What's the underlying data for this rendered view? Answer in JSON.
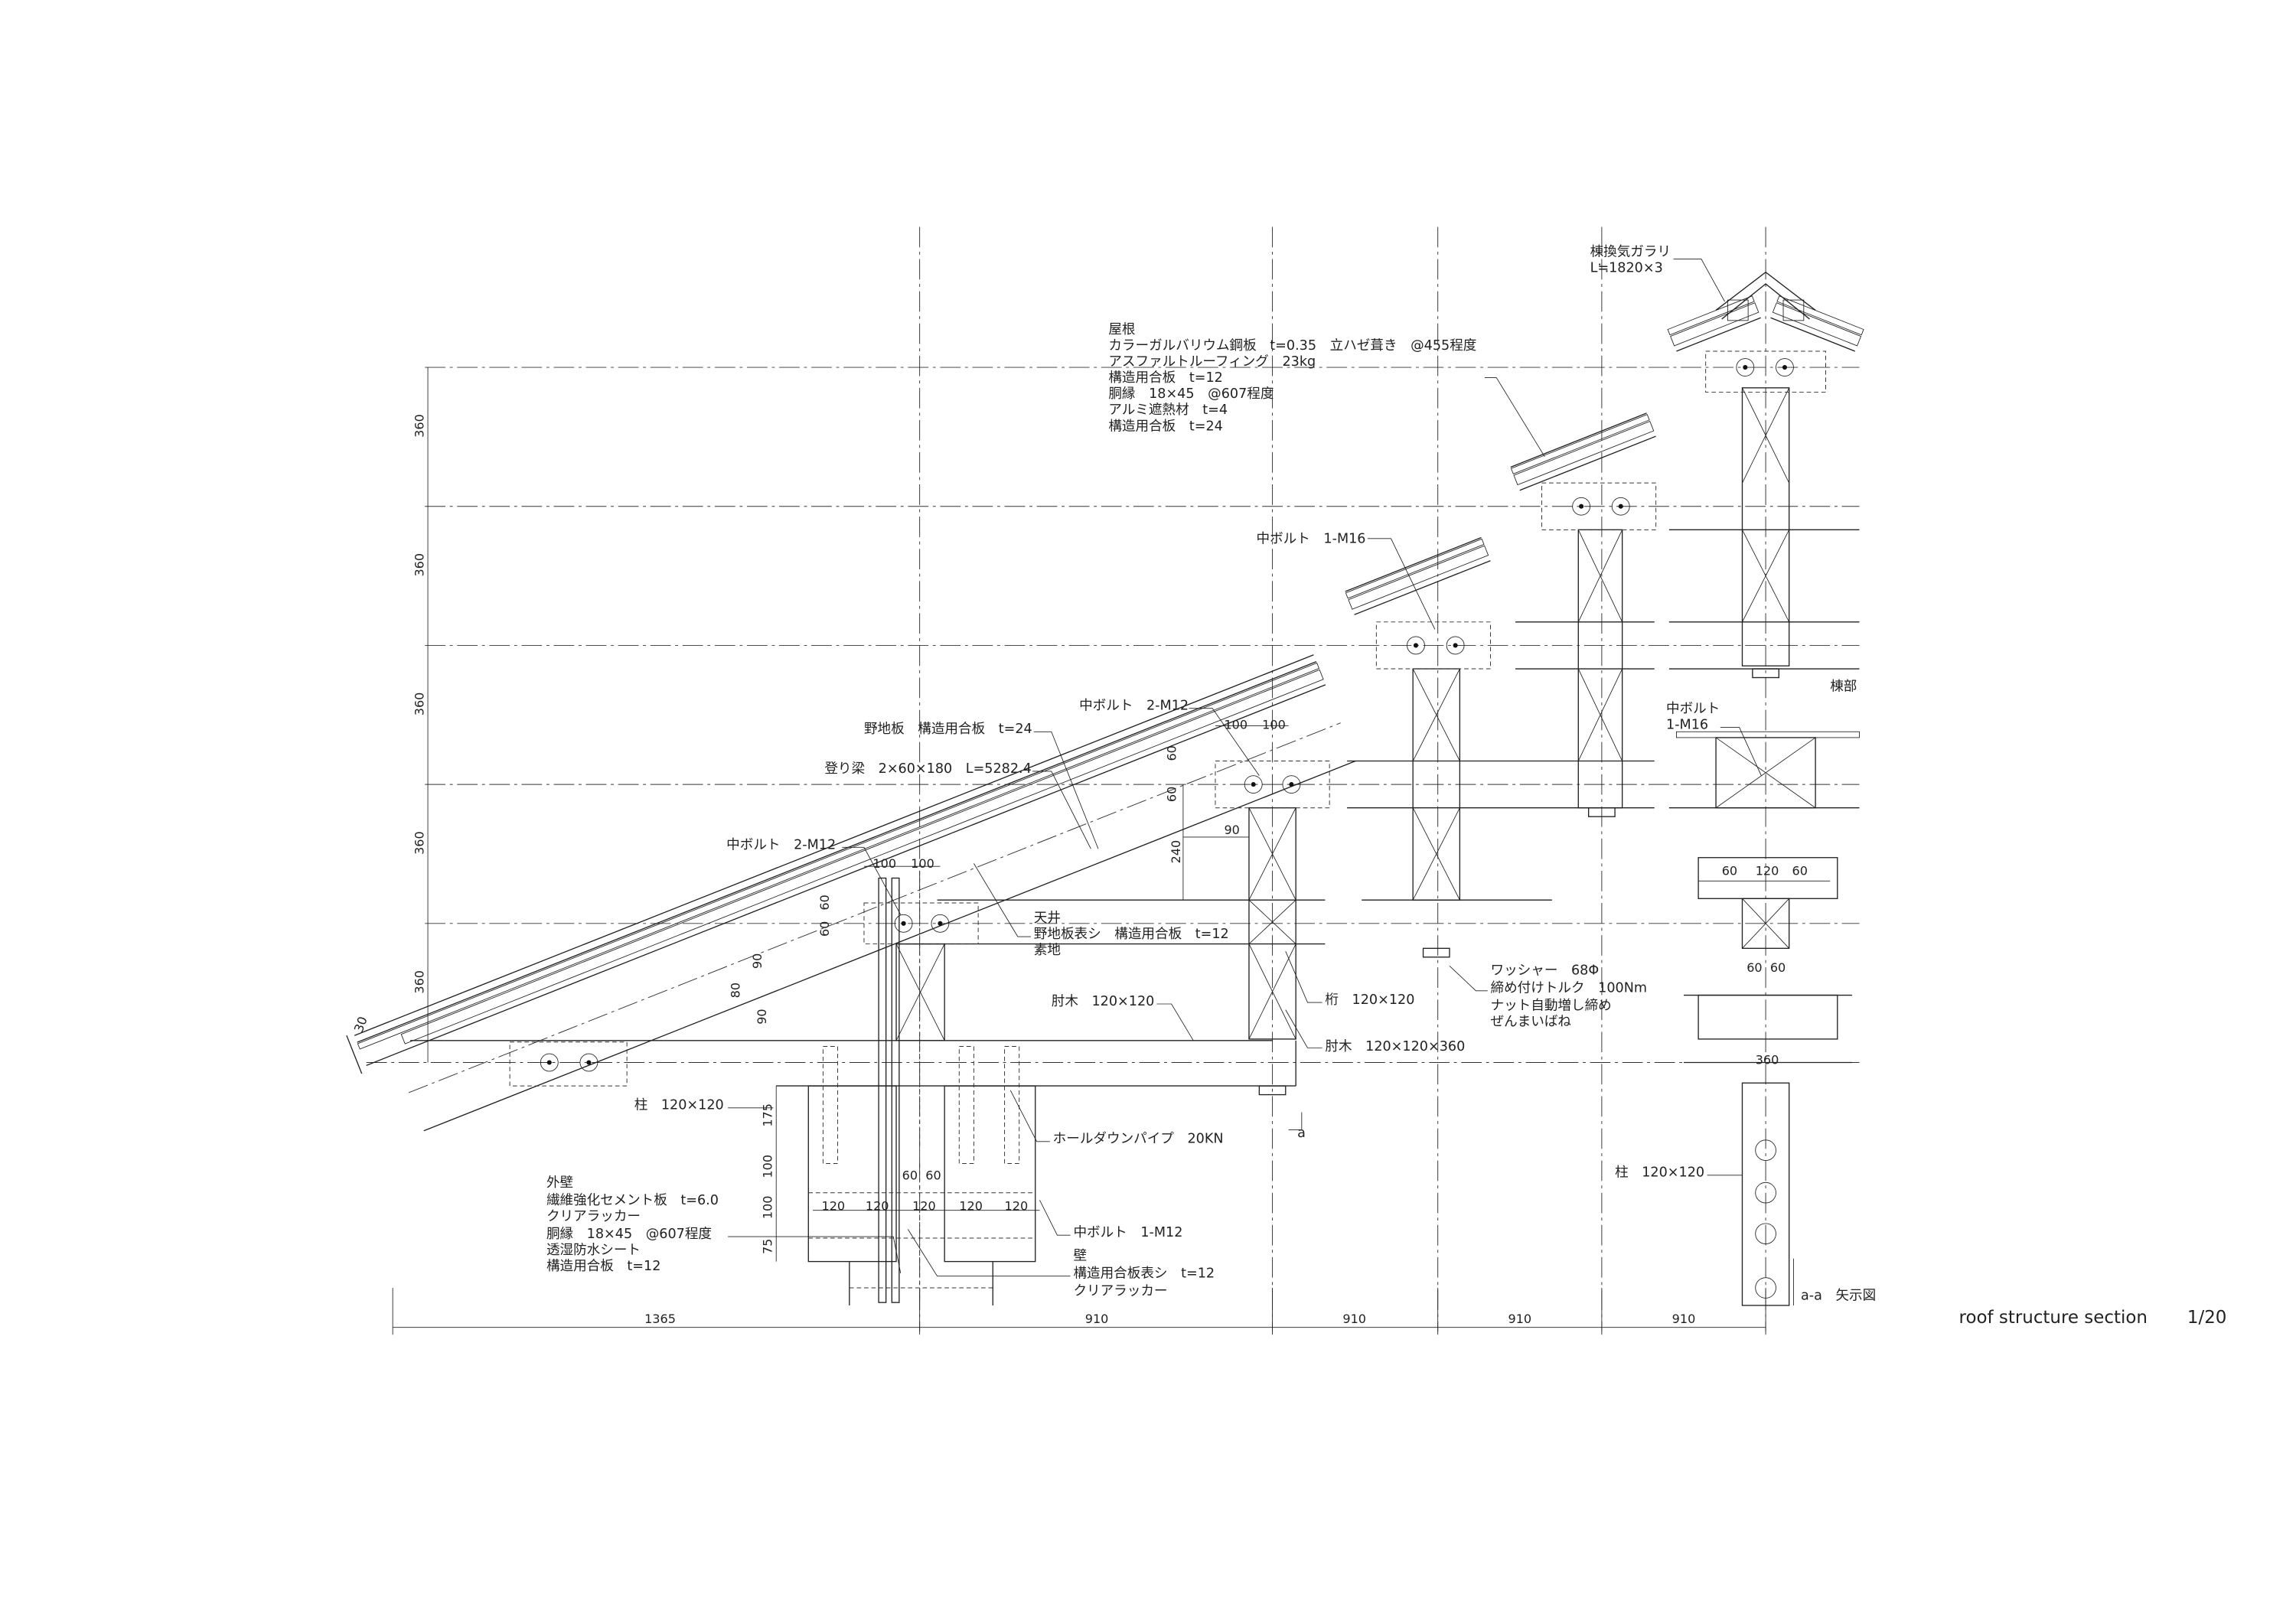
{
  "drawing": {
    "title": "roof structure section",
    "scale": "1/20",
    "view_label": "a-a　矢示図",
    "section_mark": "a",
    "ridge_label": "棟部"
  },
  "roof_spec": [
    "屋根",
    "カラーガルバリウム鋼板　t=0.35　立ハゼ葺き　@455程度",
    "アスファルトルーフィング　23kg",
    "構造用合板　t=12",
    "胴縁　18×45　@607程度",
    "アルミ遮熱材　t=4",
    "構造用合板　t=24"
  ],
  "ridge_vent": [
    "棟換気ガラリ",
    "L≒1820×3"
  ],
  "annotations": {
    "bolt_m16_upper": "中ボルト　1-M16",
    "bolt_m16_ridge": [
      "中ボルト",
      "1-M16"
    ],
    "bolt_2m12_upper": "中ボルト　2-M12",
    "sheathing": "野地板　構造用合板　t=24",
    "rafter": "登り梁　2×60×180　L=5282.4",
    "bolt_2m12_lower": "中ボルト　2-M12",
    "ceiling": [
      "天井",
      "野地板表シ　構造用合板　t=12",
      "素地"
    ],
    "bracket_arm": "肘木　120×120",
    "purlin": "桁　120×120",
    "bracket_arm_short": "肘木　120×120×360",
    "washer": [
      "ワッシャー　68Φ",
      "締め付けトルク　100Nm",
      "ナット自動増し締め",
      "ぜんまいばね"
    ],
    "column_left": "柱　120×120",
    "holddown": "ホールダウンパイプ　20KN",
    "exterior_wall": [
      "外壁",
      "繊維強化セメント板　t=6.0",
      "クリアラッカー",
      "胴縁　18×45　@607程度",
      "透湿防水シート",
      "構造用合板　t=12"
    ],
    "bolt_1m12": "中ボルト　1-M12",
    "wall": [
      "壁",
      "構造用合板表シ　t=12",
      "クリアラッカー"
    ],
    "column_right": "柱　120×120"
  },
  "dimensions": {
    "horizontal_bottom": [
      "1365",
      "910",
      "910",
      "910",
      "910"
    ],
    "vertical_left": [
      "360",
      "360",
      "360",
      "360",
      "360"
    ],
    "details": [
      "100",
      "100",
      "60",
      "60",
      "90",
      "240",
      "100",
      "100",
      "60",
      "60",
      "90",
      "80",
      "90",
      "30",
      "175",
      "100",
      "100",
      "75",
      "60",
      "60",
      "120",
      "120",
      "120",
      "120",
      "120",
      "60",
      "120",
      "60",
      "60",
      "60",
      "360"
    ]
  }
}
